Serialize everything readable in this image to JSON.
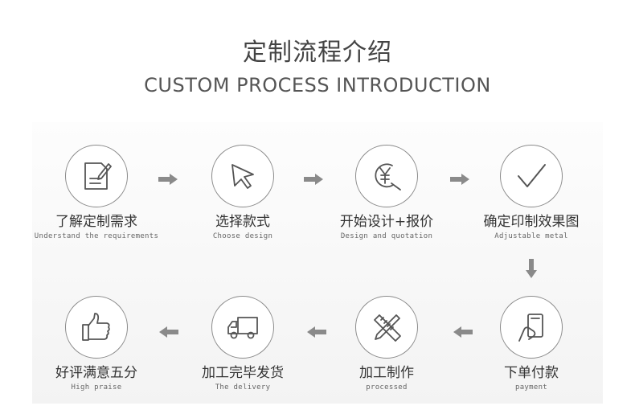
{
  "header": {
    "title_cn": "定制流程介绍",
    "title_en": "CUSTOM PROCESS INTRODUCTION"
  },
  "steps": [
    {
      "label_cn": "了解定制需求",
      "label_en": "Understand the requirements",
      "icon": "edit-document-icon"
    },
    {
      "label_cn": "选择款式",
      "label_en": "Choose design",
      "icon": "cursor-arrow-icon"
    },
    {
      "label_cn": "开始设计+报价",
      "label_en": "Design and quotation",
      "icon": "yen-search-icon"
    },
    {
      "label_cn": "确定印制效果图",
      "label_en": "Adjustable metal",
      "icon": "checkmark-icon"
    },
    {
      "label_cn": "下单付款",
      "label_en": "payment",
      "icon": "card-payment-icon"
    },
    {
      "label_cn": "加工制作",
      "label_en": "processed",
      "icon": "pencil-ruler-icon"
    },
    {
      "label_cn": "加工完毕发货",
      "label_en": "The delivery",
      "icon": "delivery-truck-icon"
    },
    {
      "label_cn": "好评满意五分",
      "label_en": "High praise",
      "icon": "thumbs-up-icon"
    }
  ],
  "colors": {
    "icon_stroke": "#555555",
    "arrow": "#8a8a8a",
    "circle_border": "#8a8a8a"
  }
}
